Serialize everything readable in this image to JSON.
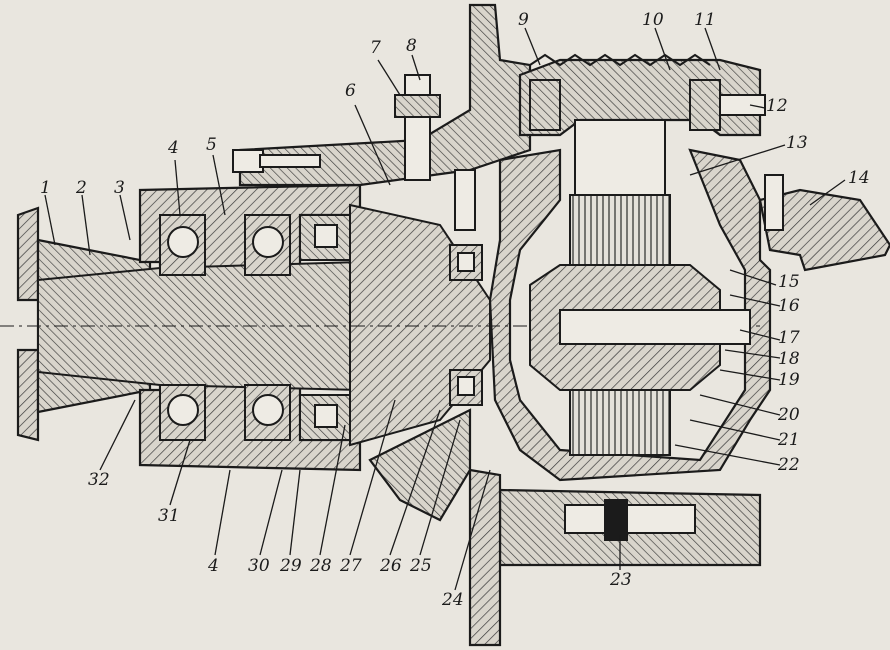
{
  "diagram": {
    "callouts": [
      "1",
      "2",
      "3",
      "4",
      "5",
      "6",
      "7",
      "8",
      "9",
      "10",
      "11",
      "12",
      "13",
      "14",
      "15",
      "16",
      "17",
      "18",
      "19",
      "20",
      "21",
      "22",
      "23",
      "24",
      "25",
      "26",
      "27",
      "28",
      "29",
      "30",
      "31",
      "32",
      "4"
    ]
  },
  "colors": {
    "paper": "#e9e6df",
    "ink": "#1b1b1b",
    "hatch": "#3a3a3a"
  }
}
